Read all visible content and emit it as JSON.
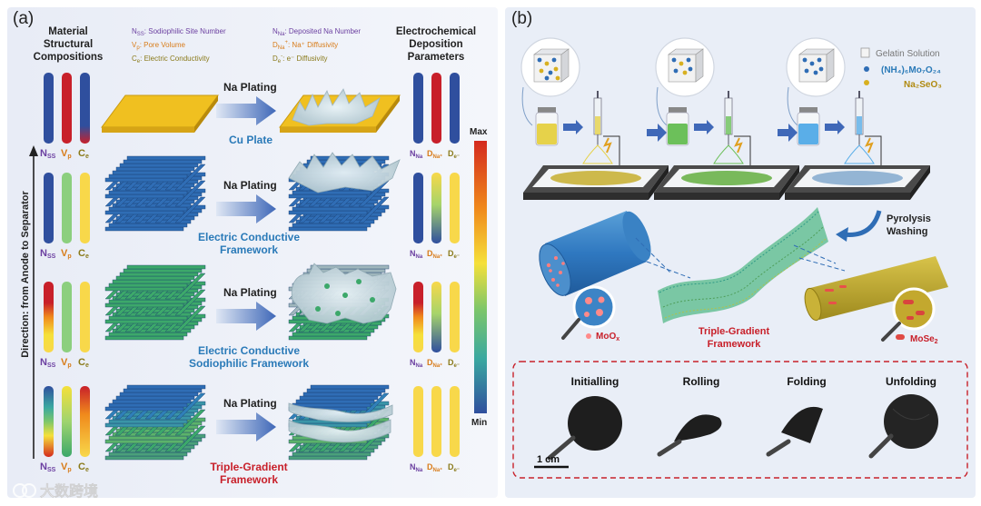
{
  "panel_a": {
    "label": "(a)",
    "left_header": [
      "Material",
      "Structural",
      "Compositions"
    ],
    "legend_left": {
      "nss": "N",
      "nss_sub": "SS",
      "nss_text": ": Sodiophilic Site Number",
      "vp": "V",
      "vp_sub": "p",
      "vp_text": ": Pore Volume",
      "ce": "C",
      "ce_sub": "e",
      "ce_text": ": Electric Conductivity"
    },
    "legend_right": {
      "nna": "N",
      "nna_sub": "Na",
      "nna_text": ": Deposited Na Number",
      "dna": "D",
      "dna_sub": "Na",
      "dna_sup": "+",
      "dna_text": ": Na⁺ Diffusivity",
      "de": "D",
      "de_sub": "e",
      "de_sup": "-",
      "de_text": ": e⁻ Diffusivity"
    },
    "right_header": [
      "Electrochemical",
      "Deposition",
      "Parameters"
    ],
    "direction_label": "Direction: from Anode to Separator",
    "arrow_label": "Na Plating",
    "scale_max": "Max",
    "scale_min": "Min",
    "rows": [
      {
        "name": [
          "Cu Plate"
        ],
        "name_color": "#2a7ab8"
      },
      {
        "name": [
          "Electric Conductive",
          "Framework"
        ],
        "name_color": "#2a7ab8"
      },
      {
        "name": [
          "Electric Conductive",
          "Sodiophilic Framework"
        ],
        "name_color": "#2a7ab8"
      },
      {
        "name": [
          "Triple-Gradient",
          "Framework"
        ],
        "name_color": "#c8202a"
      }
    ],
    "bar_labels_left": [
      "N",
      "SS",
      "V",
      "p",
      "C",
      "e"
    ],
    "bar_labels_right": [
      "N",
      "Na",
      "D",
      "Na⁺",
      "D",
      "e⁻"
    ]
  },
  "panel_b": {
    "label": "(b)",
    "legend": {
      "gelatin": "Gelatin Solution",
      "mo": "(NH₄)₆Mo₇O₂₄",
      "se": "Na₂SeO₃"
    },
    "pyrolysis": [
      "Pyrolysis",
      "Washing"
    ],
    "moox": "MoO",
    "moox_sub": "x",
    "mose": "MoSe",
    "mose_sub": "2",
    "center_label": [
      "Triple-Gradient",
      "Framework"
    ],
    "photos": [
      "Initialling",
      "Rolling",
      "Folding",
      "Unfolding"
    ],
    "scale_bar": "1 cm"
  },
  "watermark": "大数跨境",
  "colors": {
    "red": "#c8202a",
    "blue": "#2a7ab8",
    "purple": "#6b3fa0",
    "orange": "#d87c1a",
    "olive": "#8a7a1a",
    "cu": "#f0c020",
    "fiber_blue": "#2f6db5",
    "fiber_green": "#3ca86a"
  }
}
